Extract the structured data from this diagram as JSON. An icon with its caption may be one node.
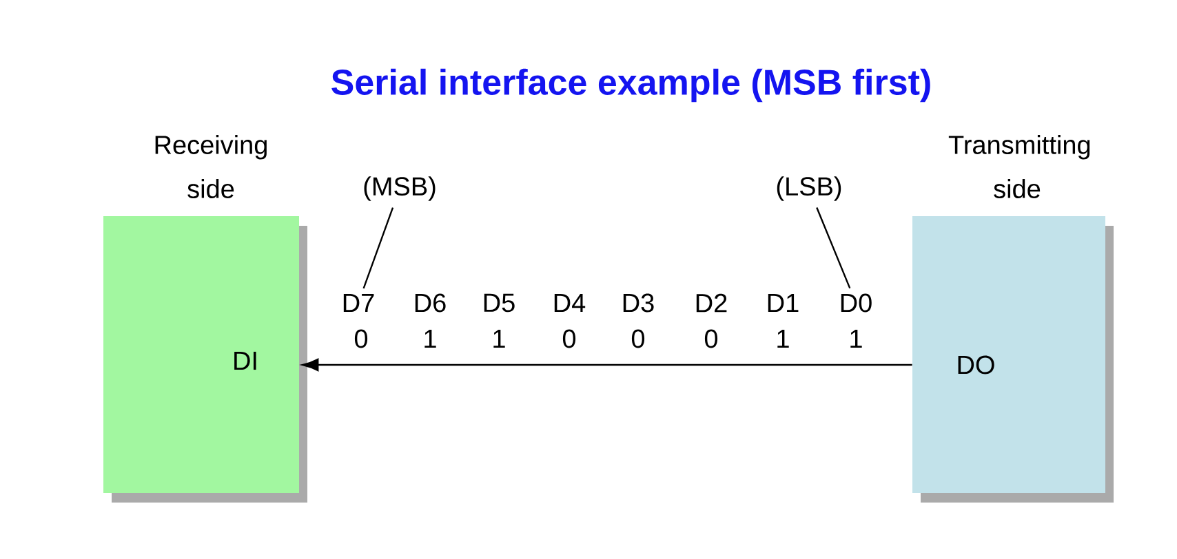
{
  "diagram": {
    "title": "Serial interface example (MSB first)",
    "nodes": [
      {
        "text": [
          "Receiving side",
          "DI"
        ]
      },
      {
        "text": [
          "Transmitting side",
          "DO"
        ]
      },
      {
        "text": [
          "(MSB)"
        ]
      },
      {
        "text": [
          "D7"
        ]
      },
      {
        "text": [
          "(LSB)"
        ]
      },
      {
        "text": [
          "D0"
        ]
      }
    ],
    "edges": [
      {
        "from": 1,
        "to": 0,
        "arrow": "to"
      },
      {
        "from": 2,
        "to": 3,
        "arrow": "none"
      },
      {
        "from": 4,
        "to": 5,
        "arrow": "none"
      }
    ],
    "labels": [
      "D6",
      "D5",
      "D4",
      "D3",
      "D2",
      "D1",
      "0",
      "1",
      "1",
      "0",
      "0",
      "0",
      "1",
      "1"
    ]
  }
}
